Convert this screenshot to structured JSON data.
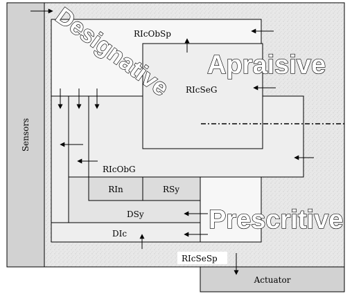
{
  "labels": {
    "sensors": "Sensors",
    "actuator": "Actuator",
    "ricobsp": "RIcObSp",
    "ricseg": "RIcSeG",
    "ricobg": "RIcObG",
    "rin": "RIn",
    "rsy": "RSy",
    "dsy": "DSy",
    "dic": "DIc",
    "ricsesp": "RIcSeSp"
  },
  "categories": {
    "designative": "Designative",
    "apraisive": "Apraisive",
    "prescritive": "Prescritive"
  },
  "colors": {
    "panel_bg": "#e8e8e8",
    "box_light": "#f7f7f7",
    "box_mid": "#eeeeee",
    "box_gray": "#dcdcdc",
    "sensors_bar": "#d2d2d2",
    "actuator_bar": "#d2d2d2"
  }
}
